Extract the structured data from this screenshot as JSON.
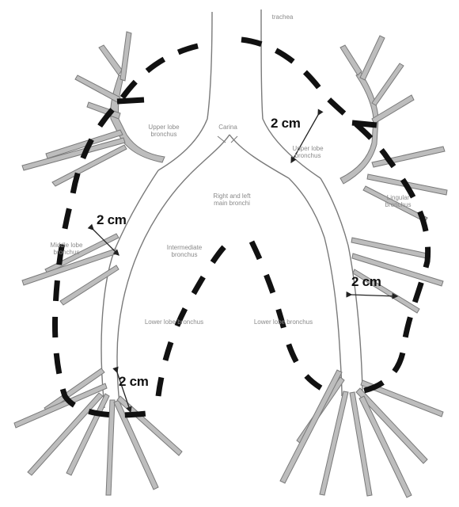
{
  "diagram": {
    "labels": {
      "trachea": "trachea",
      "carina": "Carina",
      "left_upper_lobe_bronchus": "Upper lobe\nbronchus",
      "right_upper_lobe_bronchus": "Upper lobe\nbronchus",
      "main_bronchi": "Right and left\nmain bronchi",
      "lingular_bronchus": "Lingular\nbronchus",
      "middle_lobe_bronchus": "Middle lobe\nbronchus",
      "intermediate_bronchus": "Intermediate\nbronchus",
      "lower_lobe_bronchus_left": "Lower lobe bronchus",
      "lower_lobe_bronchus_right": "Lower lobe bronchus"
    },
    "distance_markers": [
      "2 cm",
      "2 cm",
      "2 cm",
      "2 cm"
    ],
    "colors": {
      "airway_outline": "#7a7a7a",
      "airway_fill": "#bdbdbd",
      "boundary_dash": "#111111",
      "arrow": "#222222"
    }
  }
}
